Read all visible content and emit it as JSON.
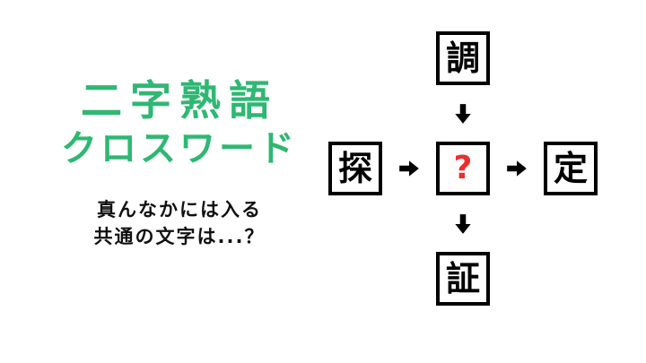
{
  "title": {
    "line1": "二字熟語",
    "line2": "クロスワード"
  },
  "subtitle": {
    "line1": "真んなかには入る",
    "line2": "共通の文字は...？"
  },
  "puzzle": {
    "top": "調",
    "left": "探",
    "center": "?",
    "right": "定",
    "bottom": "証"
  },
  "colors": {
    "title_green": "#2eb872",
    "question_red": "#e8312d",
    "box_border": "#000000",
    "arrow_black": "#000000",
    "text_black": "#111111"
  }
}
